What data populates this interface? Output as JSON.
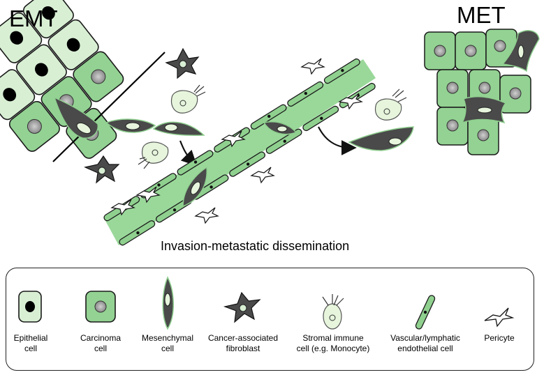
{
  "labels": {
    "emt": "EMT",
    "met": "MET",
    "invasion": "Invasion-metastatic dissemination"
  },
  "legend": {
    "epithelial": [
      "Epithelial",
      "cell"
    ],
    "carcinoma": [
      "Carcinoma",
      "cell"
    ],
    "mesenchymal": [
      "Mesenchymal",
      "cell"
    ],
    "caf": [
      "Cancer-associated",
      "fibroblast"
    ],
    "immune": [
      "Stromal immune",
      "cell (e.g. Monocyte)"
    ],
    "endothelial": [
      "Vascular/lymphatic",
      "endothelial cell"
    ],
    "pericyte": [
      "Pericyte"
    ]
  },
  "colors": {
    "epithelial_fill": "#d8efd4",
    "carcinoma_fill": "#93d293",
    "vessel_fill": "#9ad89a",
    "dark_cell": "#4a4a4a",
    "immune_fill": "#e6f5dc",
    "outline": "#1a1a1a"
  }
}
